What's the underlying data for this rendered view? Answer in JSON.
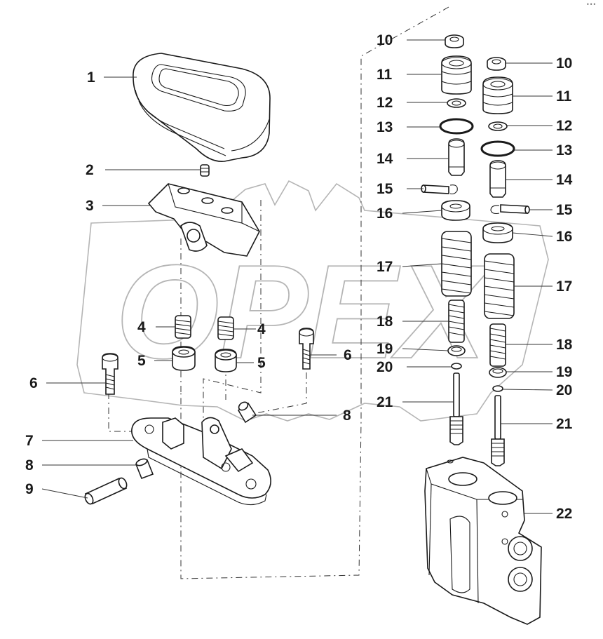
{
  "watermark": {
    "text": "OPEX"
  },
  "corner_mark": "•••",
  "callouts": [
    {
      "n": "1"
    },
    {
      "n": "2"
    },
    {
      "n": "3"
    },
    {
      "n": "4"
    },
    {
      "n": "4"
    },
    {
      "n": "5"
    },
    {
      "n": "5"
    },
    {
      "n": "6"
    },
    {
      "n": "6"
    },
    {
      "n": "7"
    },
    {
      "n": "8"
    },
    {
      "n": "8"
    },
    {
      "n": "9"
    },
    {
      "n": "10"
    },
    {
      "n": "10"
    },
    {
      "n": "11"
    },
    {
      "n": "11"
    },
    {
      "n": "12"
    },
    {
      "n": "12"
    },
    {
      "n": "13"
    },
    {
      "n": "13"
    },
    {
      "n": "14"
    },
    {
      "n": "14"
    },
    {
      "n": "15"
    },
    {
      "n": "15"
    },
    {
      "n": "16"
    },
    {
      "n": "16"
    },
    {
      "n": "17"
    },
    {
      "n": "17"
    },
    {
      "n": "18"
    },
    {
      "n": "18"
    },
    {
      "n": "19"
    },
    {
      "n": "19"
    },
    {
      "n": "20"
    },
    {
      "n": "20"
    },
    {
      "n": "21"
    },
    {
      "n": "21"
    },
    {
      "n": "22"
    }
  ]
}
